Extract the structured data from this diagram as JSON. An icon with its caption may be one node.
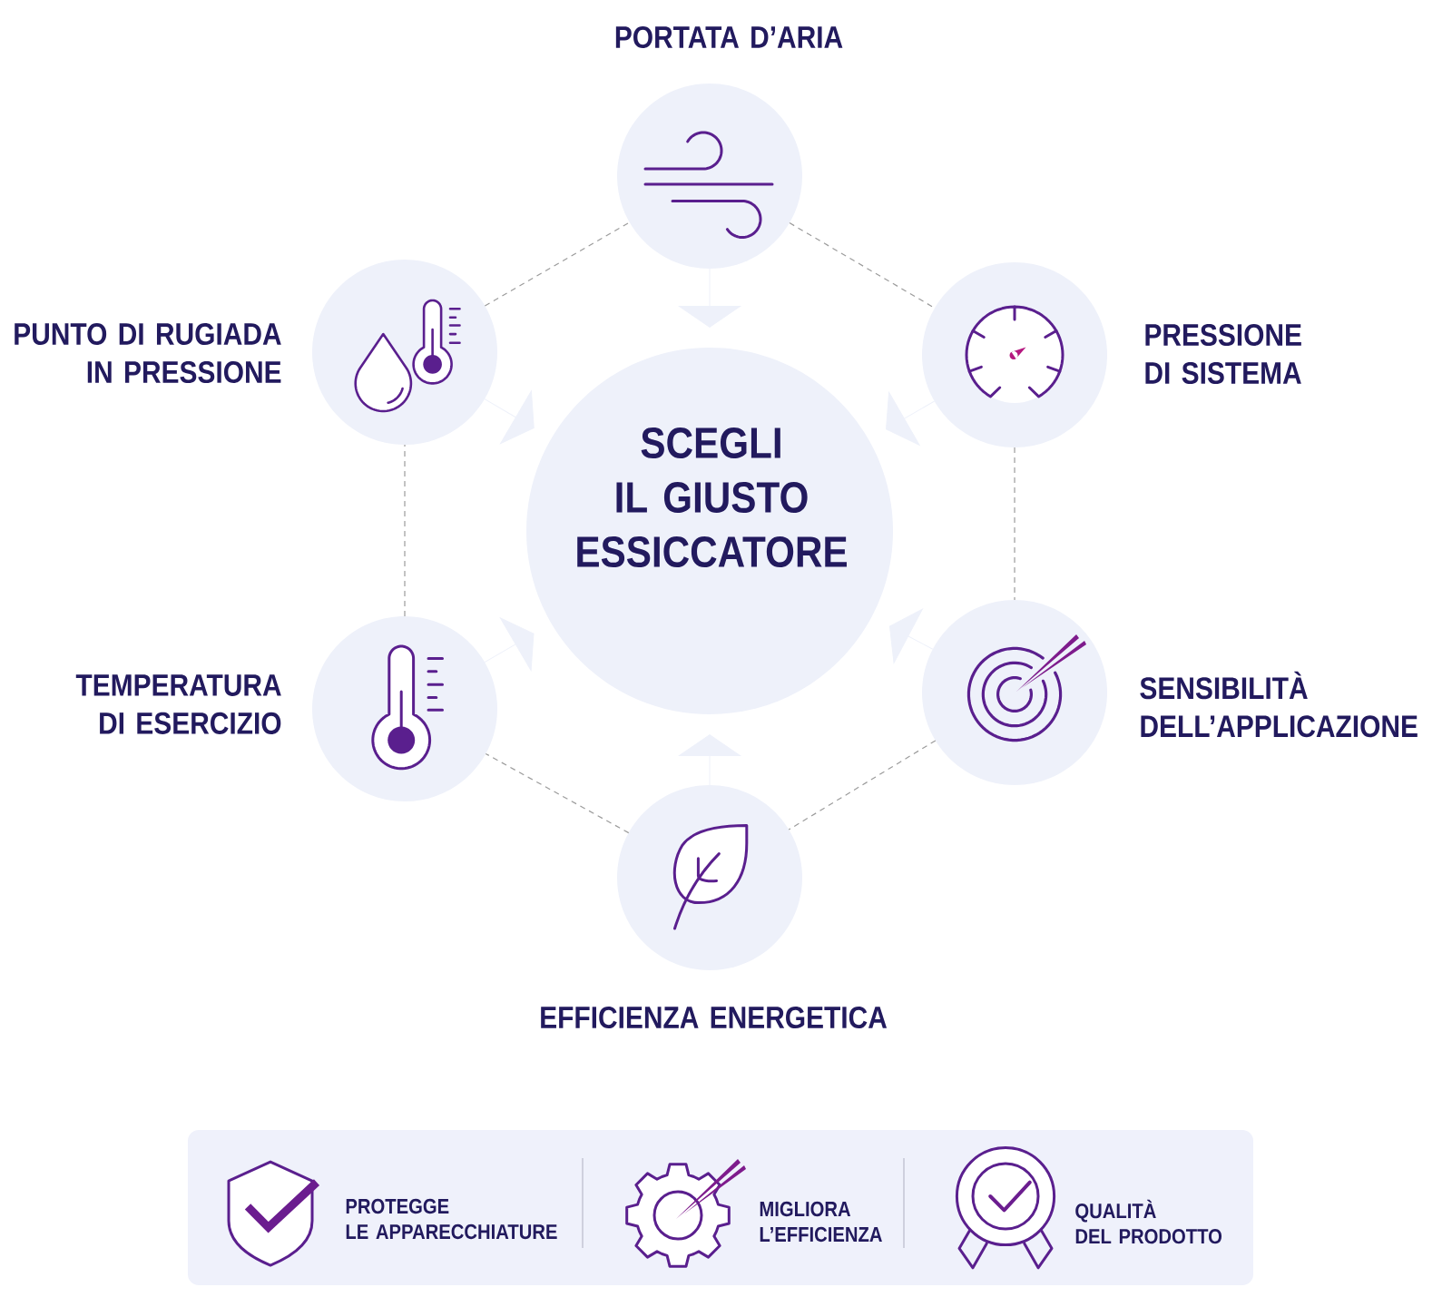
{
  "diagram": {
    "nodes": [
      {
        "text": [
          "PORTATA D’ARIA"
        ]
      },
      {
        "text": [
          "PUNTO DI RUGIADA IN PRESSIONE"
        ]
      },
      {
        "text": [
          "PRESSIONE DI SISTEMA"
        ]
      },
      {
        "text": [
          "SCEGLI IL GIUSTO ESSICCATORE"
        ]
      },
      {
        "text": [
          "TEMPERATURA DI ESERCIZIO"
        ]
      },
      {
        "text": [
          "SENSIBILITÀ DELL’APPLICAZIONE"
        ]
      },
      {
        "text": [
          "EFFICIENZA ENERGETICA"
        ]
      },
      {
        "text": [
          "PROTEGGE LE APPARECCHIATURE",
          "MIGLIORA L’EFFICIENZA",
          "QUALITÀ DEL PRODOTTO"
        ]
      }
    ],
    "edges": [
      {
        "from": 0,
        "to": 2,
        "arrow": "none",
        "style": "dashed"
      },
      {
        "from": 2,
        "to": 5,
        "arrow": "none",
        "style": "dashed"
      },
      {
        "from": 5,
        "to": 6,
        "arrow": "none",
        "style": "dashed"
      },
      {
        "from": 6,
        "to": 4,
        "arrow": "none",
        "style": "dashed"
      },
      {
        "from": 4,
        "to": 1,
        "arrow": "none",
        "style": "dashed"
      },
      {
        "from": 1,
        "to": 0,
        "arrow": "none",
        "style": "dashed"
      },
      {
        "from": 0,
        "to": 3,
        "arrow": "to",
        "color": "#eef1fa"
      },
      {
        "from": 2,
        "to": 3,
        "arrow": "to",
        "color": "#eef1fa"
      },
      {
        "from": 5,
        "to": 3,
        "arrow": "to",
        "color": "#eef1fa"
      },
      {
        "from": 6,
        "to": 3,
        "arrow": "to",
        "color": "#eef1fa"
      },
      {
        "from": 4,
        "to": 3,
        "arrow": "to",
        "color": "#eef1fa"
      },
      {
        "from": 1,
        "to": 3,
        "arrow": "to",
        "color": "#eef1fa"
      }
    ]
  }
}
